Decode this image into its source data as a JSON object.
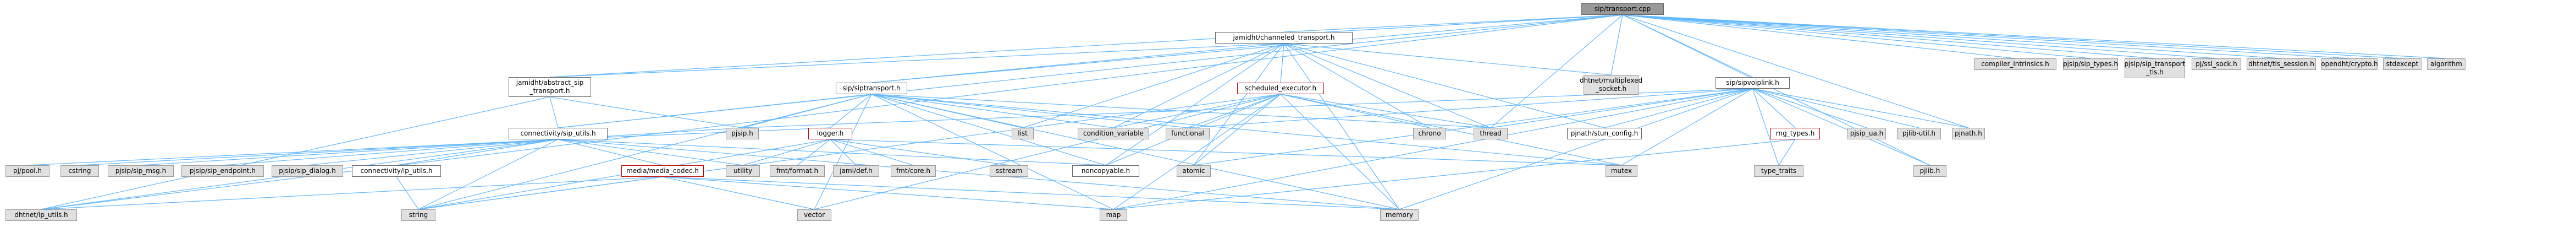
{
  "colors": {
    "edge": "#63b8ff",
    "node_fill": "#e0e0e0",
    "node_border": "#999999",
    "root_fill": "#999999",
    "red_border": "#bf0000"
  },
  "root": "sip/transport.cpp",
  "nodes": {
    "transport_cpp": "sip/transport.cpp",
    "compiler_intrinsics": "compiler_intrinsics.h",
    "pjsip_types": "pjsip/sip_types.h",
    "pjsip_transport_tls": "pjsip/sip_transport\n_tls.h",
    "pj_ssl_sock": "pj/ssl_sock.h",
    "tls_session": "dhtnet/tls_session.h",
    "crypto": "opendht/crypto.h",
    "stdexcept": "stdexcept",
    "algorithm": "algorithm",
    "channeled_transport": "jamidht/channeled_transport.h",
    "abstract_sip_transport": "jamidht/abstract_sip\n_transport.h",
    "multiplexed_socket": "dhtnet/multiplexed\n_socket.h",
    "sipvoiplink": "sip/sipvoiplink.h",
    "siptransport": "sip/siptransport.h",
    "scheduled_executor": "scheduled_executor.h",
    "sip_utils": "connectivity/sip_utils.h",
    "pjsip_h": "pjsip.h",
    "list": "list",
    "logger": "logger.h",
    "condition_variable": "condition_variable",
    "functional": "functional",
    "chrono": "chrono",
    "thread": "thread",
    "stun_config": "pjnath/stun_config.h",
    "rng_types": "rng_types.h",
    "pjsip_ua": "pjsip_ua.h",
    "pjlib_util": "pjlib-util.h",
    "pjnath": "pjnath.h",
    "pj_pool": "pj/pool.h",
    "cstring": "cstring",
    "sip_msg": "pjsip/sip_msg.h",
    "sip_endpoint": "pjsip/sip_endpoint.h",
    "sip_dialog": "pjsip/sip_dialog.h",
    "conn_ip_utils": "connectivity/ip_utils.h",
    "media_codec": "media/media_codec.h",
    "utility": "utility",
    "fmt_format": "fmt/format.h",
    "jami_def": "jami/def.h",
    "fmt_core": "fmt/core.h",
    "sstream": "sstream",
    "noncopyable": "noncopyable.h",
    "atomic": "atomic",
    "mutex": "mutex",
    "type_traits": "type_traits",
    "pjlib": "pjlib.h",
    "dht_ip_utils": "dhtnet/ip_utils.h",
    "string": "string",
    "vector": "vector",
    "map": "map",
    "memory": "memory"
  }
}
